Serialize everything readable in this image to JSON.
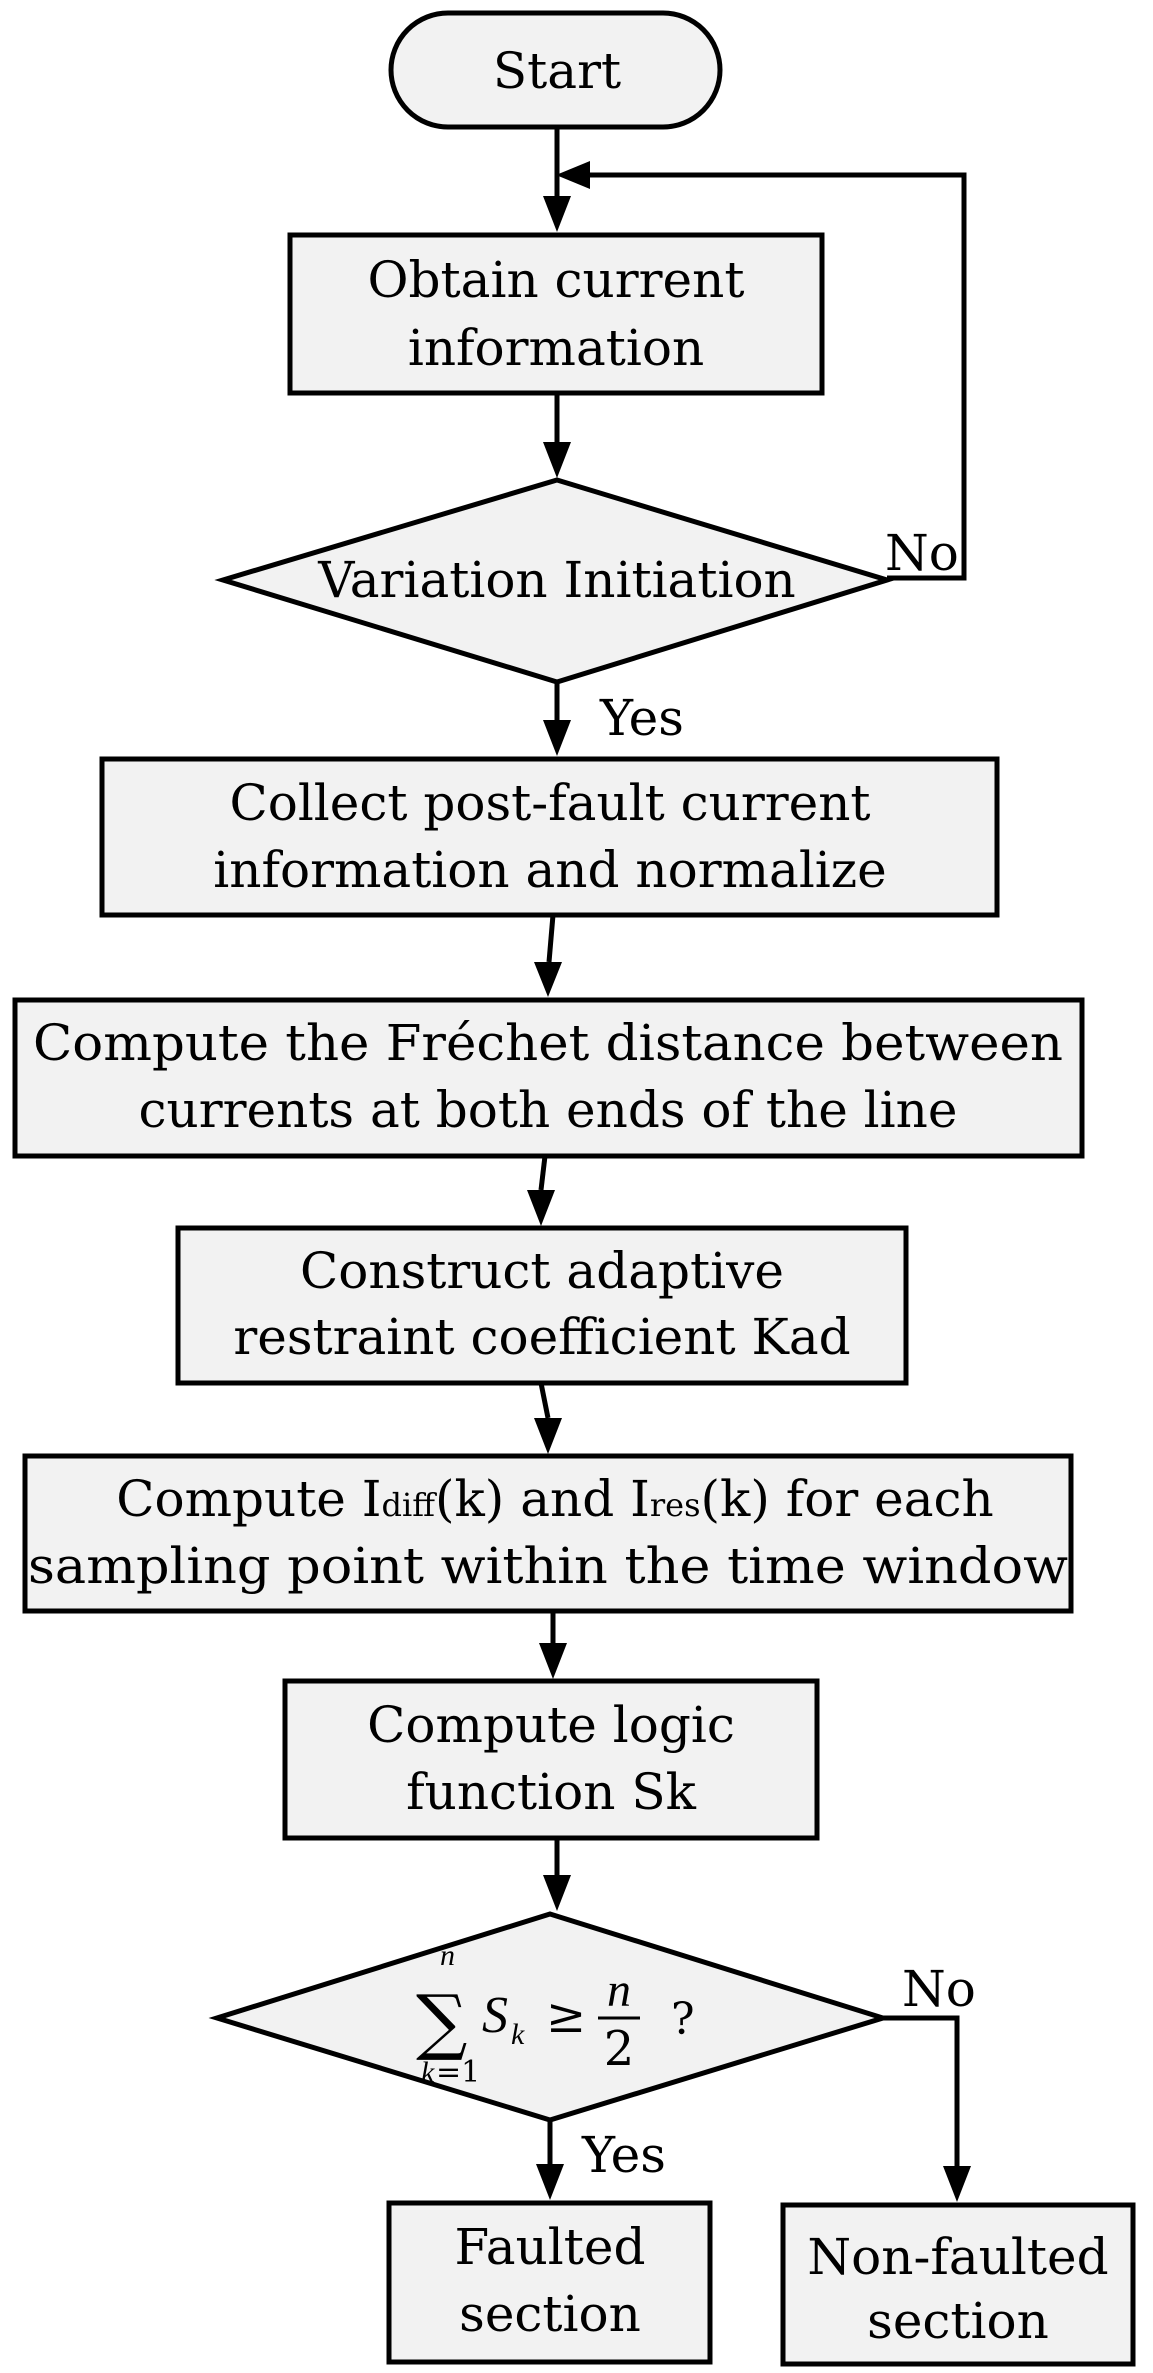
{
  "nodes": {
    "start": "Start",
    "obtain": [
      "Obtain current",
      "information"
    ],
    "variation": "Variation Initiation",
    "collect": [
      "Collect post-fault current",
      "information and normalize"
    ],
    "frechet": [
      "Compute the Fréchet distance between",
      "currents at both ends of the line"
    ],
    "construct": [
      "Construct adaptive",
      "restraint coefficient Kad"
    ],
    "compute_idiff": {
      "line1_pre": "Compute I",
      "line1_sub1": "diff",
      "line1_mid": "(k) and I",
      "line1_sub2": "res",
      "line1_post": "(k) for each",
      "line2": "sampling point within the time window"
    },
    "logic": [
      "Compute logic",
      "function Sk"
    ],
    "decision": {
      "sum": "∑",
      "upper": "n",
      "lower_k": "k",
      "lower_eq": "=1",
      "S": "S",
      "S_sub": "k",
      "geq": "≥",
      "num": "n",
      "den": "2",
      "q": "?"
    },
    "faulted": [
      "Faulted",
      "section"
    ],
    "nonfaulted": [
      "Non-faulted",
      "section"
    ]
  },
  "labels": {
    "no1": "No",
    "yes1": "Yes",
    "no2": "No",
    "yes2": "Yes"
  },
  "colors": {
    "box_fill": "#f2f2f2",
    "stroke": "#000000"
  }
}
